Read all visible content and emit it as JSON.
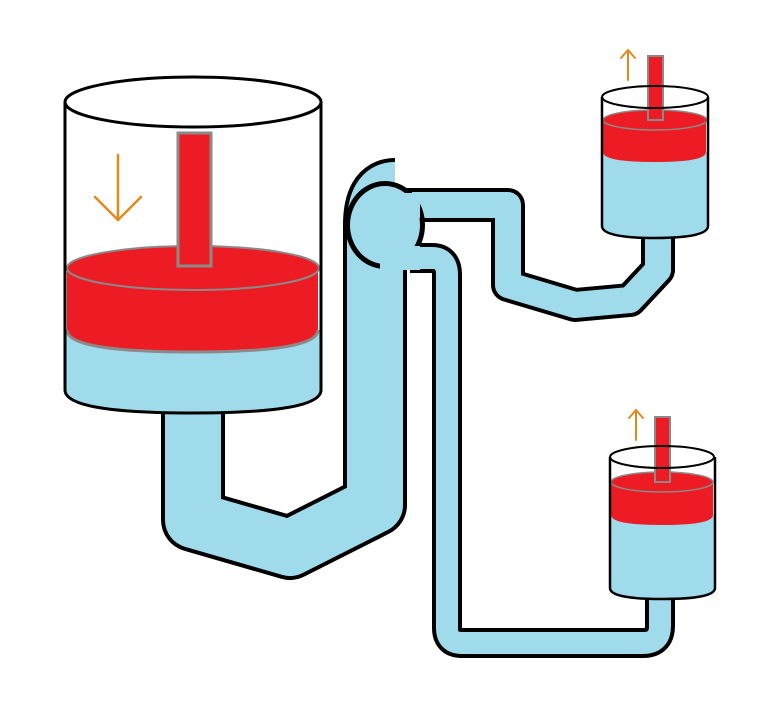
{
  "diagram": {
    "description_free": true,
    "colors": {
      "fluid": "#9fdbea",
      "piston": "#ed1c24",
      "piston_edge": "#8a8a8a",
      "outline": "#000000",
      "arrow": "#e08a1e",
      "background": "#ffffff"
    },
    "components": {
      "master_cylinder": {
        "piston_direction": "down",
        "arrow_icon": "arrow-down-icon"
      },
      "slave_cylinder_top": {
        "piston_direction": "up",
        "arrow_icon": "arrow-up-icon"
      },
      "slave_cylinder_bottom": {
        "piston_direction": "up",
        "arrow_icon": "arrow-up-icon"
      }
    }
  }
}
